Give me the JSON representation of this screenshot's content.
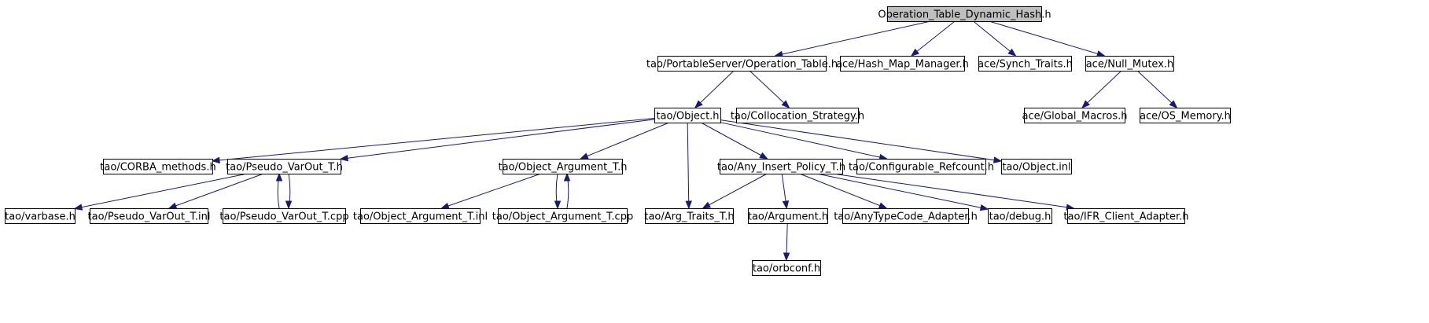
{
  "graph": {
    "root": "Operation_Table_Dynamic_Hash.h",
    "nodes": [
      {
        "id": "op_dyn",
        "label": "Operation_Table_Dynamic_Hash.h",
        "root": true
      },
      {
        "id": "op_table",
        "label": "tao/PortableServer/Operation_Table.h"
      },
      {
        "id": "hash_map",
        "label": "ace/Hash_Map_Manager.h"
      },
      {
        "id": "synch",
        "label": "ace/Synch_Traits.h"
      },
      {
        "id": "null_mutex",
        "label": "ace/Null_Mutex.h"
      },
      {
        "id": "object",
        "label": "tao/Object.h"
      },
      {
        "id": "colloc",
        "label": "tao/Collocation_Strategy.h"
      },
      {
        "id": "global_macros",
        "label": "ace/Global_Macros.h"
      },
      {
        "id": "os_memory",
        "label": "ace/OS_Memory.h"
      },
      {
        "id": "corba_methods",
        "label": "tao/CORBA_methods.h"
      },
      {
        "id": "pseudo_varout",
        "label": "tao/Pseudo_VarOut_T.h"
      },
      {
        "id": "obj_arg",
        "label": "tao/Object_Argument_T.h"
      },
      {
        "id": "any_insert",
        "label": "tao/Any_Insert_Policy_T.h"
      },
      {
        "id": "conf_refcount",
        "label": "tao/Configurable_Refcount.h"
      },
      {
        "id": "object_inl",
        "label": "tao/Object.inl"
      },
      {
        "id": "varbase",
        "label": "tao/varbase.h"
      },
      {
        "id": "pseudo_inl",
        "label": "tao/Pseudo_VarOut_T.inl"
      },
      {
        "id": "pseudo_cpp",
        "label": "tao/Pseudo_VarOut_T.cpp"
      },
      {
        "id": "obj_arg_inl",
        "label": "tao/Object_Argument_T.inl"
      },
      {
        "id": "obj_arg_cpp",
        "label": "tao/Object_Argument_T.cpp"
      },
      {
        "id": "arg_traits",
        "label": "tao/Arg_Traits_T.h"
      },
      {
        "id": "argument",
        "label": "tao/Argument.h"
      },
      {
        "id": "anytype",
        "label": "tao/AnyTypeCode_Adapter.h"
      },
      {
        "id": "debug",
        "label": "tao/debug.h"
      },
      {
        "id": "ifr",
        "label": "tao/IFR_Client_Adapter.h"
      },
      {
        "id": "orbconf",
        "label": "tao/orbconf.h"
      }
    ],
    "edges": [
      [
        "op_dyn",
        "op_table"
      ],
      [
        "op_dyn",
        "hash_map"
      ],
      [
        "op_dyn",
        "synch"
      ],
      [
        "op_dyn",
        "null_mutex"
      ],
      [
        "op_table",
        "object"
      ],
      [
        "op_table",
        "colloc"
      ],
      [
        "null_mutex",
        "global_macros"
      ],
      [
        "null_mutex",
        "os_memory"
      ],
      [
        "object",
        "corba_methods"
      ],
      [
        "object",
        "pseudo_varout"
      ],
      [
        "object",
        "obj_arg"
      ],
      [
        "object",
        "arg_traits"
      ],
      [
        "object",
        "any_insert"
      ],
      [
        "object",
        "conf_refcount"
      ],
      [
        "object",
        "object_inl"
      ],
      [
        "pseudo_varout",
        "varbase"
      ],
      [
        "pseudo_varout",
        "pseudo_inl"
      ],
      [
        "pseudo_varout",
        "pseudo_cpp"
      ],
      [
        "pseudo_cpp",
        "pseudo_varout"
      ],
      [
        "obj_arg",
        "obj_arg_inl"
      ],
      [
        "obj_arg",
        "obj_arg_cpp"
      ],
      [
        "obj_arg_cpp",
        "obj_arg"
      ],
      [
        "any_insert",
        "arg_traits"
      ],
      [
        "any_insert",
        "argument"
      ],
      [
        "any_insert",
        "anytype"
      ],
      [
        "any_insert",
        "debug"
      ],
      [
        "any_insert",
        "ifr"
      ],
      [
        "argument",
        "orbconf"
      ]
    ]
  }
}
